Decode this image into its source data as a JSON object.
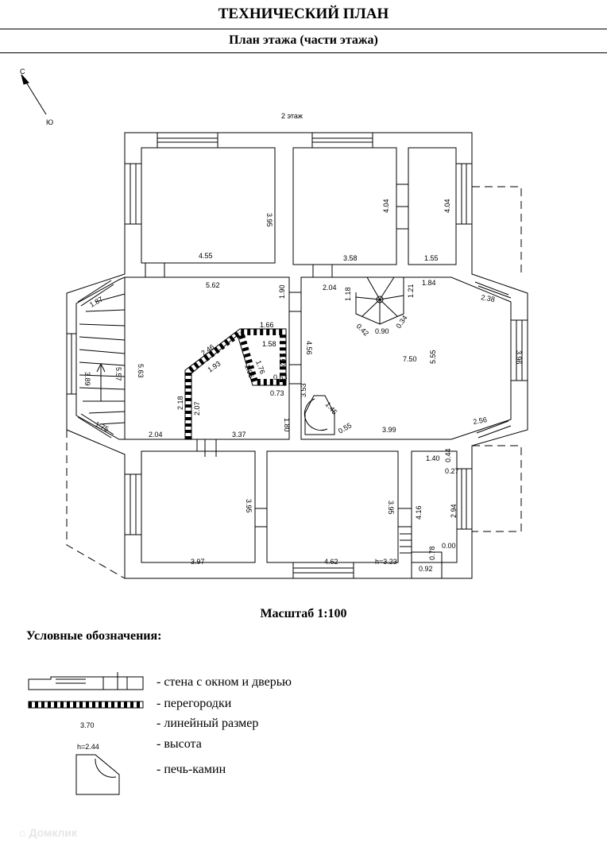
{
  "header": {
    "title": "ТЕХНИЧЕСКИЙ ПЛАН",
    "subtitle": "План этажа (части этажа)"
  },
  "compass": {
    "north": "С",
    "south": "Ю"
  },
  "floor_label": "2 этаж",
  "dimensions": {
    "r1_h": "3.95",
    "r1_w": "4.55",
    "r2_h": "4.04",
    "r2_w": "3.58",
    "r3_h": "4.04",
    "r3_w": "1.55",
    "hall_top": "5.62",
    "hall_h": "5.63",
    "hall_1_90": "1.90",
    "hall_1_66": "1.66",
    "hall_1_58": "1.58",
    "hall_1_52": "1.52",
    "hall_2_46": "2.46",
    "hall_1_93": "1.93",
    "hall_1_76": "1.76",
    "hall_1_96": "1.96",
    "hall_0_63": "0.63",
    "hall_0_73": "0.73",
    "hall_2_18": "2.18",
    "hall_2_07": "2.07",
    "hall_1_80": "1.80",
    "hall_2_04": "2.04",
    "hall_3_37": "3.37",
    "left_1_87": "1.87",
    "left_3_89": "3.89",
    "left_5_57": "5.57",
    "left_1_75": "1.75",
    "big_2_04": "2.04",
    "big_1_18": "1.18",
    "big_1_84": "1.84",
    "big_1_21": "1.21",
    "big_0_42": "0.42",
    "big_0_90": "0.90",
    "big_0_34": "0.34",
    "big_4_56": "4.56",
    "big_7_50": "7.50",
    "big_5_55": "5.55",
    "big_3_96": "3.96",
    "big_2_38": "2.38",
    "big_3_53": "3.53",
    "big_1_45": "1.45",
    "big_0_55": "0.55",
    "big_3_99": "3.99",
    "big_2_56": "2.56",
    "b1_h": "3.95",
    "b1_w": "3.97",
    "b2_h": "3.95",
    "b2_w": "4.62",
    "b2_height": "h=3.23",
    "sm_1_40": "1.40",
    "sm_0_44": "0.44",
    "sm_0_27": "0.27",
    "sm_4_16": "4.16",
    "sm_2_94": "2.94",
    "sm_0_78": "0.78",
    "sm_0_00": "0.00",
    "sm_0_92": "0.92"
  },
  "scale_label": "Масштаб 1:100",
  "legend": {
    "title": "Условные обозначения:",
    "items": [
      {
        "label": "- стена с окном и дверью"
      },
      {
        "label": "- перегородки"
      },
      {
        "label": "- линейный размер"
      },
      {
        "label": "- высота"
      },
      {
        "label": "- печь-камин"
      }
    ],
    "sample_dimension": "3.70",
    "sample_height": "h=2.44"
  },
  "watermark": "Домклик"
}
